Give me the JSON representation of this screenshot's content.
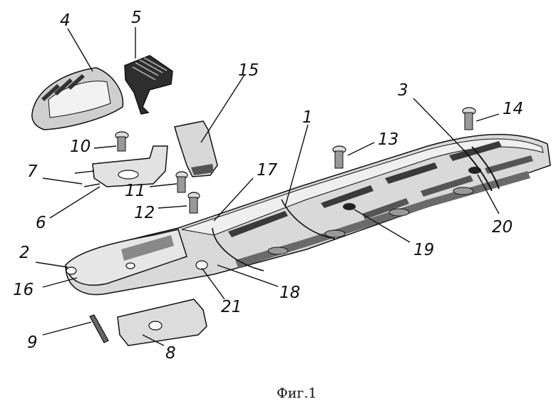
{
  "figure": {
    "caption": "Фиг.1",
    "callouts": [
      "1",
      "2",
      "3",
      "4",
      "5",
      "6",
      "7",
      "8",
      "9",
      "10",
      "11",
      "12",
      "13",
      "14",
      "15",
      "16",
      "17",
      "18",
      "19",
      "20",
      "21"
    ]
  }
}
